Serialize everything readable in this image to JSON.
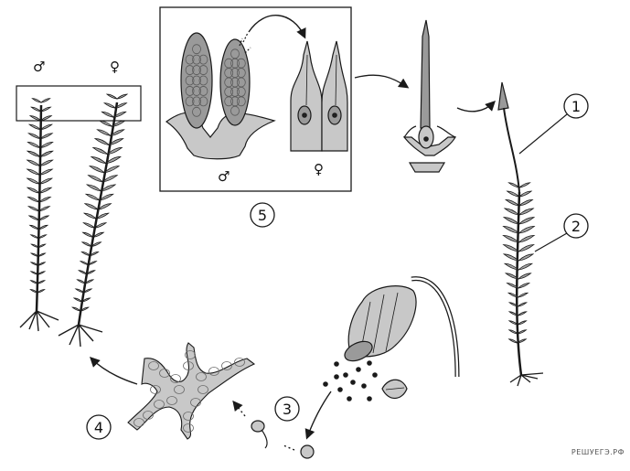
{
  "diagram": {
    "numbered_labels": [
      "1",
      "2",
      "3",
      "4",
      "5"
    ],
    "symbols": {
      "male": "♂",
      "female": "♀"
    },
    "watermark": "РЕШУЕГЭ.РФ"
  },
  "colors": {
    "stroke": "#1a1a1a",
    "leaf_fill": "#a8a8a8",
    "tissue_fill": "#c8c8c8",
    "cell_fill": "#9a9a9a",
    "background": "#ffffff"
  }
}
